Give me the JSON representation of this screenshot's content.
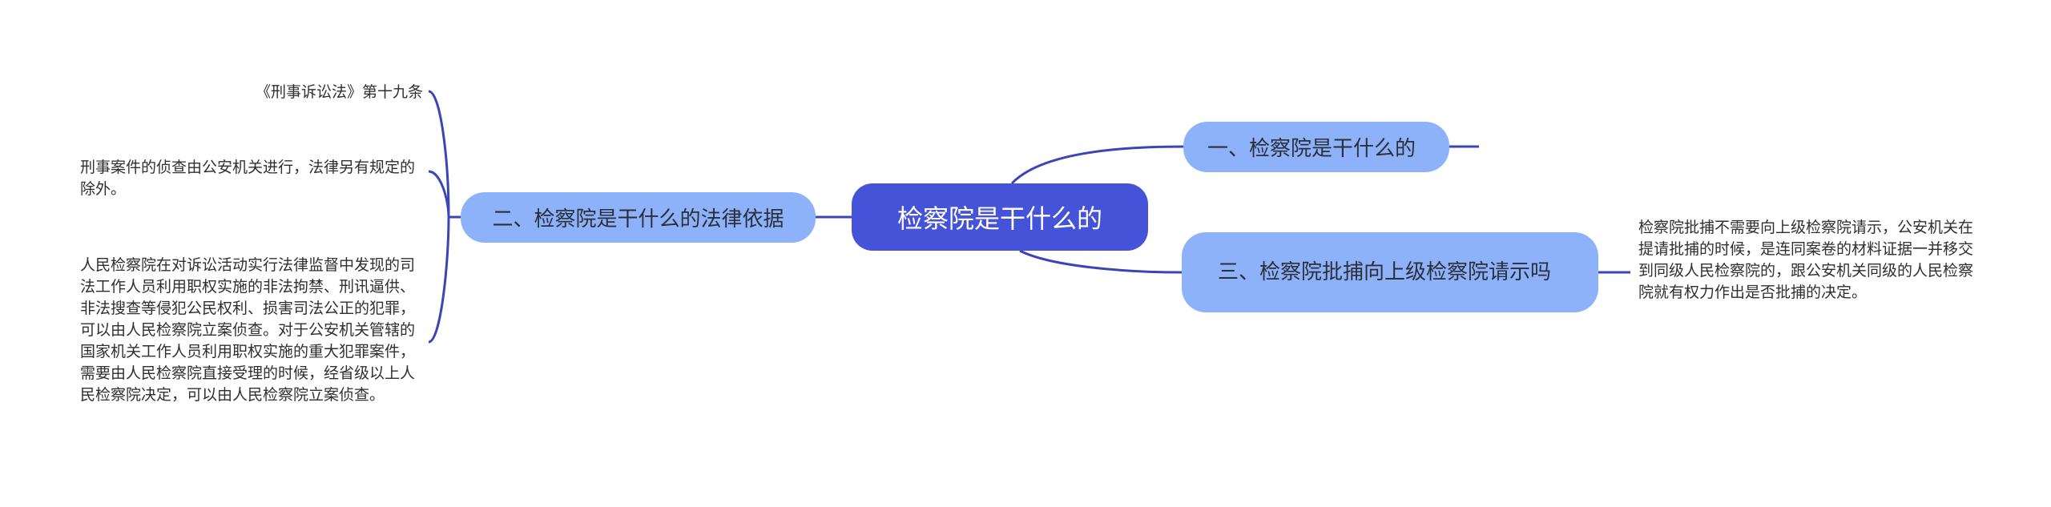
{
  "mindmap": {
    "root": "检察院是干什么的",
    "branches": [
      {
        "label": "一、检察院是干什么的"
      },
      {
        "label": "二、检察院是干什么的法律依据"
      },
      {
        "label": "三、检察院批捕向上级检察院请示吗"
      }
    ],
    "leaves": {
      "law_ref": "《刑事诉讼法》第十九条",
      "clause_1": "刑事案件的侦查由公安机关进行，法律另有规定的除外。",
      "clause_2": "人民检察院在对诉讼活动实行法律监督中发现的司法工作人员利用职权实施的非法拘禁、刑讯逼供、非法搜查等侵犯公民权利、损害司法公正的犯罪，可以由人民检察院立案侦查。对于公安机关管辖的国家机关工作人员利用职权实施的重大犯罪案件，需要由人民检察院直接受理的时候，经省级以上人民检察院决定，可以由人民检察院立案侦查。",
      "approval_answer": "检察院批捕不需要向上级检察院请示，公安机关在提请批捕的时候，是连同案卷的材料证据一并移交到同级人民检察院的，跟公安机关同级的人民检察院就有权力作出是否批捕的决定。"
    }
  },
  "colors": {
    "root_fill": "#4553d9",
    "branch_fill": "#8db2fa",
    "connector": "#3a45b8",
    "text": "#2f2f2f"
  }
}
